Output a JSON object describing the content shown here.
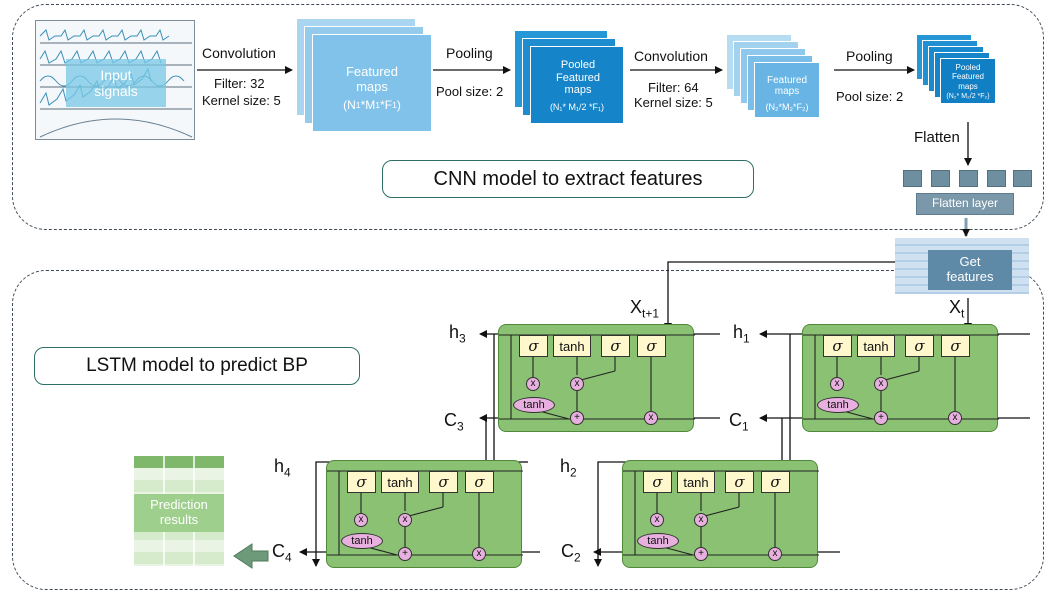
{
  "cnn": {
    "input_label": "Input signals",
    "conv1": {
      "title": "Convolution",
      "filter": "Filter: 32",
      "kernel": "Kernel size: 5"
    },
    "fmap1": {
      "title": "Featured maps",
      "formula_main": "(N",
      "formula_s1": "1",
      "formula_m": "*M",
      "formula_s2": "1",
      "formula_f": "*F",
      "formula_s3": "1",
      "formula_end": ")"
    },
    "pool1": {
      "title": "Pooling",
      "size": "Pool size: 2"
    },
    "pmap1": {
      "title": "Pooled Featured maps",
      "formula": "(N₁* M₁/2 *F₁)"
    },
    "conv2": {
      "title": "Convolution",
      "filter": "Filter: 64",
      "kernel": "Kernel size: 5"
    },
    "fmap2": {
      "title": "Featured maps",
      "formula": "(N₂*M₂*F₂)"
    },
    "pool2": {
      "title": "Pooling",
      "size": "Pool size: 2"
    },
    "pmap2": {
      "title": "Pooled Featured maps",
      "formula": "(N₂* M₂/2 *F₂)"
    },
    "flatten_label": "Flatten",
    "flatten_layer": "Flatten layer",
    "section_label": "CNN model to extract features"
  },
  "get_features": "Get features",
  "lstm": {
    "section_label": "LSTM model to predict BP",
    "labels": {
      "x_t1_main": "X",
      "x_t1_sub": "t+1",
      "x_t_main": "X",
      "x_t_sub": "t",
      "h3_main": "h",
      "h3_sub": "3",
      "h1_main": "h",
      "h1_sub": "1",
      "c3_main": "C",
      "c3_sub": "3",
      "c1_main": "C",
      "c1_sub": "1",
      "h4_main": "h",
      "h4_sub": "4",
      "h2_main": "h",
      "h2_sub": "2",
      "c4_main": "C",
      "c4_sub": "4",
      "c2_main": "C",
      "c2_sub": "2"
    },
    "gate_sigma": "σ",
    "gate_tanh": "tanh",
    "op_mult": "x",
    "op_add": "+",
    "ellipse_tanh": "tanh"
  },
  "prediction": "Prediction results",
  "colors": {
    "cnn_light": "#a9d5f0",
    "cnn_mid": "#5ab4e5",
    "cnn_dark": "#1b8bd0",
    "cell_green": "#8bc173",
    "gate_fill": "#fff8cc",
    "op_pink": "#e8b0df",
    "dash_border": "#3f4a56",
    "callout_border": "#2f6e68"
  }
}
